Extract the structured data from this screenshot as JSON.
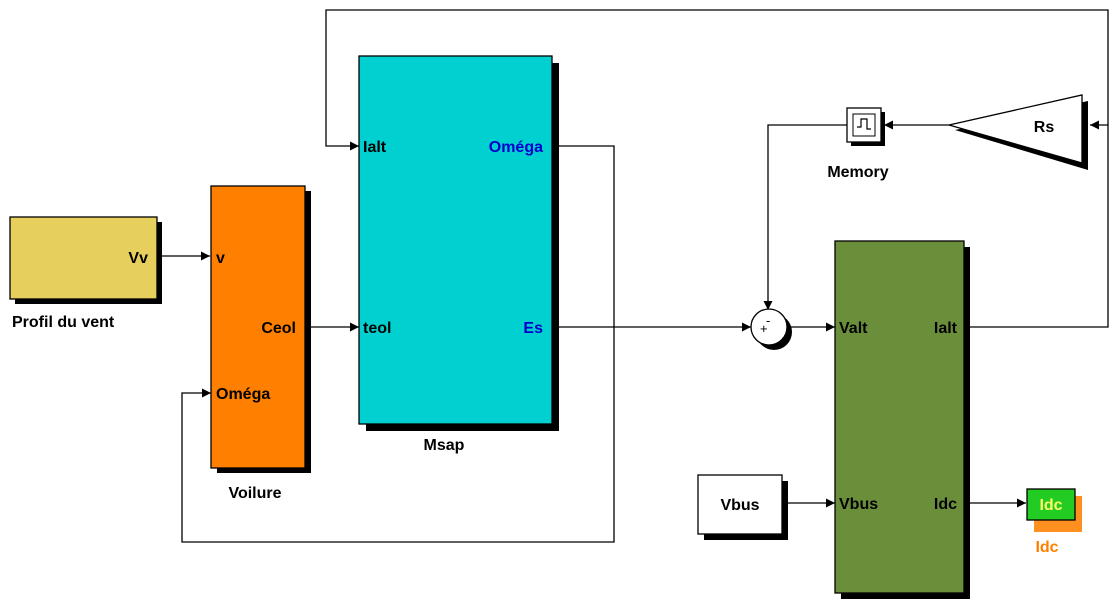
{
  "blocks": {
    "profil": {
      "name": "Profil du vent",
      "out": "Vv",
      "color": "#e6cf5c"
    },
    "voilure": {
      "name": "Voilure",
      "in1": "v",
      "in2": "Oméga",
      "out": "Ceol",
      "color": "#ff7f00"
    },
    "msap": {
      "name": "Msap",
      "in1": "Ialt",
      "in2": "teol",
      "out1": "Oméga",
      "out2": "Es",
      "color": "#00d0d0",
      "port_text_color": "#0000cc"
    },
    "memory": {
      "name": "Memory"
    },
    "rs": {
      "name": "Rs"
    },
    "sum": {
      "sign": "+",
      "minus": "-"
    },
    "converter": {
      "in1": "Valt",
      "in2": "Vbus",
      "out1": "Ialt",
      "out2": "Idc",
      "color": "#6b8e3a"
    },
    "vbus": {
      "name": "Vbus"
    },
    "idc_out": {
      "label": "Idc",
      "name": "Idc",
      "color": "#22cc22",
      "name_color": "#ff8000"
    }
  }
}
